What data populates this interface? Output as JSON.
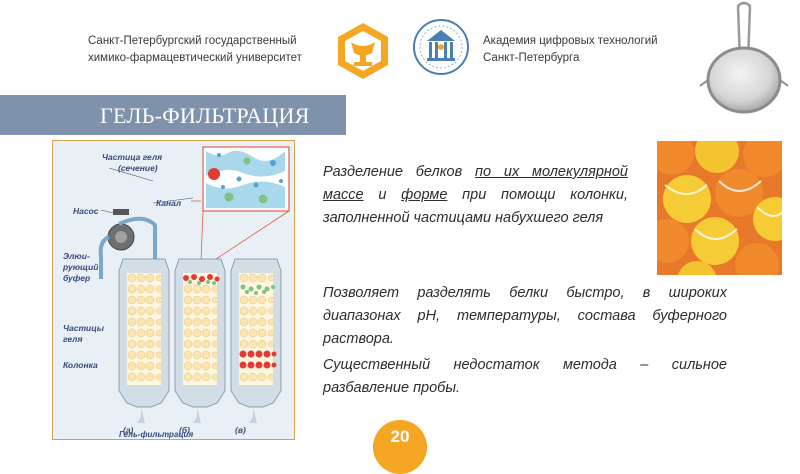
{
  "header": {
    "left_line1": "Санкт-Петербургский государственный",
    "left_line2": "химико-фармацевтический университет",
    "right_line1": "Академия цифровых технологий",
    "right_line2": "Санкт-Петербурга"
  },
  "title": "ГЕЛЬ-ФИЛЬТРАЦИЯ",
  "diagram": {
    "labels": {
      "gel_particle": "Частица геля",
      "section": "(сечение)",
      "pump": "Насос",
      "channel": "Канал",
      "eluent1": "Элюи-",
      "eluent2": "рующий",
      "eluent3": "буфер",
      "particles1": "Частицы",
      "particles2": "геля",
      "column": "Колонка",
      "a": "(а)",
      "b": "(б)",
      "c": "(в)",
      "caption": "Гель-фильтрация"
    }
  },
  "paragraph1": {
    "part1": "Разделение белков ",
    "link1": "по их молекулярной массе",
    "part2": " и ",
    "link2": "форме",
    "part3": " при помощи колонки, заполненной частицами набухшего геля"
  },
  "paragraph2": "Позволяет разделять белки быстро, в широких диапазонах pH, температуры, состава буферного раствора.",
  "paragraph3": "Существенный недостаток метода – сильное разбавление пробы.",
  "page_number": "20",
  "colors": {
    "title_bar": "#7e93ab",
    "page_badge": "#f5a623",
    "logo_orange": "#f5a623",
    "logo_blue": "#4a7fb5",
    "diagram_border": "#d9a24a"
  }
}
